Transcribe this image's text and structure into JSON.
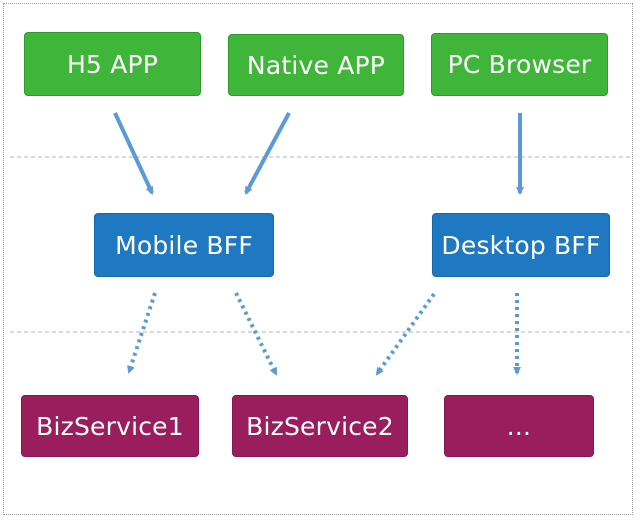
{
  "colors": {
    "client": "#3fb63a",
    "bff": "#1f79c2",
    "service": "#9a1d5e",
    "arrow": "#5b9bd5",
    "divider": "#b5b5b5"
  },
  "clients": [
    "H5 APP",
    "Native APP",
    "PC Browser"
  ],
  "bffs": [
    "Mobile BFF",
    "Desktop BFF"
  ],
  "services": [
    "BizService1",
    "BizService2",
    "..."
  ],
  "edges": {
    "solid": [
      {
        "from": "H5 APP",
        "to": "Mobile BFF"
      },
      {
        "from": "Native APP",
        "to": "Mobile BFF"
      },
      {
        "from": "PC Browser",
        "to": "Desktop BFF"
      }
    ],
    "dotted": [
      {
        "from": "Mobile BFF",
        "to": "BizService1"
      },
      {
        "from": "Mobile BFF",
        "to": "BizService2"
      },
      {
        "from": "Desktop BFF",
        "to": "BizService2"
      },
      {
        "from": "Desktop BFF",
        "to": "..."
      }
    ]
  }
}
